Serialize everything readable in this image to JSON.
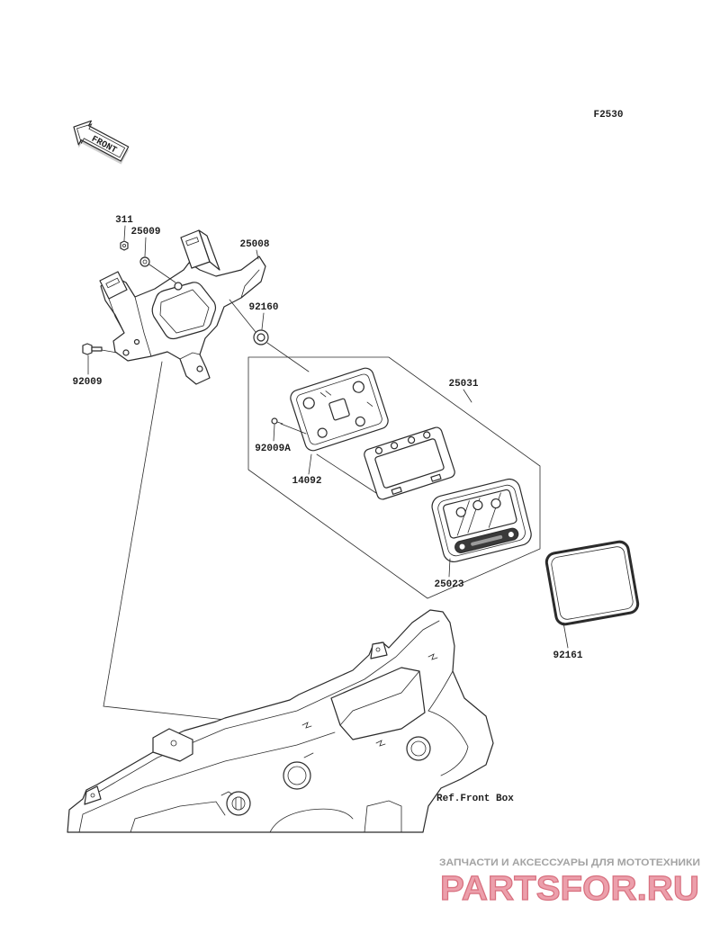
{
  "diagram": {
    "code": "F2530",
    "front_label": "FRONT",
    "callouts": [
      {
        "number": "311"
      },
      {
        "number": "25009"
      },
      {
        "number": "25008"
      },
      {
        "number": "92160"
      },
      {
        "number": "92009"
      },
      {
        "number": "25031"
      },
      {
        "number": "92009A"
      },
      {
        "number": "14092"
      },
      {
        "number": "25023"
      },
      {
        "number": "92161"
      }
    ],
    "reference_label": "Ref.Front Box"
  },
  "watermark": {
    "tagline": "ЗАПЧАСТИ И АКСЕССУАРЫ ДЛЯ МОТОТЕХНИКИ",
    "brand": "PARTSFOR.RU"
  },
  "colors": {
    "background": "#ffffff",
    "line": "#2b2b2b",
    "watermark_tagline": "#a3a3a3",
    "watermark_brand_fill": "#ec9fab",
    "watermark_brand_stroke": "#d8707f"
  }
}
